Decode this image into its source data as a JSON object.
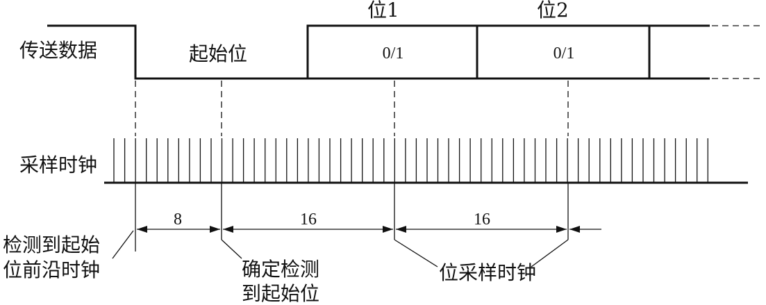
{
  "labels": {
    "transmit_data": "传送数据",
    "sample_clock": "采样时钟",
    "start_bit": "起始位",
    "bit1_title": "位1",
    "bit2_title": "位2",
    "bit1_value": "0/1",
    "bit2_value": "0/1",
    "span_8": "8",
    "span_16a": "16",
    "span_16b": "16",
    "detect_edge_line1": "检测到起始",
    "detect_edge_line2": "位前沿时钟",
    "confirm_line1": "确定检测",
    "confirm_line2": "到起始位",
    "bit_sample_clock": "位采样时钟"
  },
  "clock": {
    "pulse_count": 56
  }
}
